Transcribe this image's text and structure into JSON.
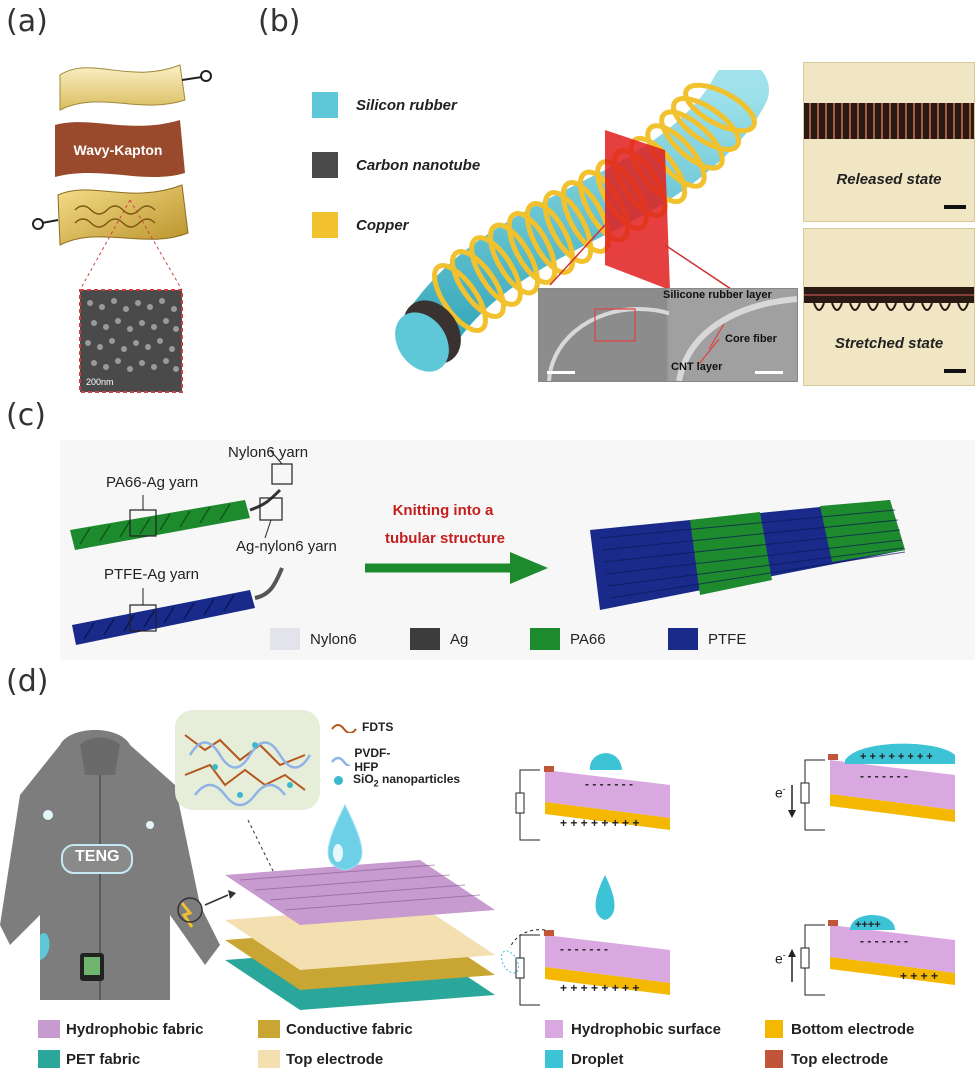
{
  "panels": {
    "a": "(a)",
    "b": "(b)",
    "c": "(c)",
    "d": "(d)"
  },
  "panel_a": {
    "layer_label": "Wavy-Kapton",
    "scale_label": "200nm",
    "colors": {
      "layer": "#9a4a2c",
      "gold": "#e6cf7a"
    }
  },
  "panel_b": {
    "legend": [
      {
        "label": "Silicon rubber",
        "color": "#5fc8d8"
      },
      {
        "label": "Carbon nanotube",
        "color": "#4a4a4a"
      },
      {
        "label": "Copper",
        "color": "#f2c12e"
      }
    ],
    "sem_labels": {
      "silicone_layer": "Silicone rubber layer",
      "core_fiber": "Core fiber",
      "cnt_layer": "CNT layer"
    },
    "photo_labels": {
      "released": "Released state",
      "stretched": "Stretched state"
    }
  },
  "panel_c": {
    "yarn_labels": {
      "nylon6_yarn": "Nylon6 yarn",
      "pa66_ag_yarn": "PA66-Ag yarn",
      "ag_nylon6_yarn": "Ag-nylon6 yarn",
      "ptfe_ag_yarn": "PTFE-Ag yarn"
    },
    "process_text_line1": "Knitting into a",
    "process_text_line2": "tubular structure",
    "legend": [
      {
        "label": "Nylon6",
        "color": "#e3e3ec"
      },
      {
        "label": "Ag",
        "color": "#3c3c3c"
      },
      {
        "label": "PA66",
        "color": "#1e8a2e"
      },
      {
        "label": "PTFE",
        "color": "#1a2a8a"
      }
    ]
  },
  "panel_d": {
    "jacket_label": "TENG",
    "inset_legend": [
      {
        "label": "FDTS",
        "color": "#b5561d"
      },
      {
        "label": "PVDF-HFP",
        "color": "#8fb3e6"
      },
      {
        "label": "SiO",
        "sub": "2",
        "label_tail": " nanoparticles",
        "color": "#3bb8cc"
      }
    ],
    "legend_left": [
      {
        "label": "Hydrophobic fabric",
        "color": "#c79ad0"
      },
      {
        "label": "Conductive fabric",
        "color": "#c9a634"
      },
      {
        "label": "PET fabric",
        "color": "#2aa79a"
      },
      {
        "label": "Top electrode",
        "color": "#f3dfb0"
      }
    ],
    "legend_right": [
      {
        "label": "Hydrophobic surface",
        "color": "#d9a8e0"
      },
      {
        "label": "Bottom electrode",
        "color": "#f5b800"
      },
      {
        "label": "Droplet",
        "color": "#3cc3d6"
      },
      {
        "label": "Top electrode",
        "color": "#c0553a"
      }
    ],
    "electron_label": "e",
    "electron_sup": "-",
    "charges": {
      "minus_row": "- - - - - - -",
      "plus_row": "+ + + + + + + +",
      "plus_short": "+ + + +",
      "plus_drop": "+ + + + + + + +",
      "plus_drop_small": "++++"
    }
  }
}
